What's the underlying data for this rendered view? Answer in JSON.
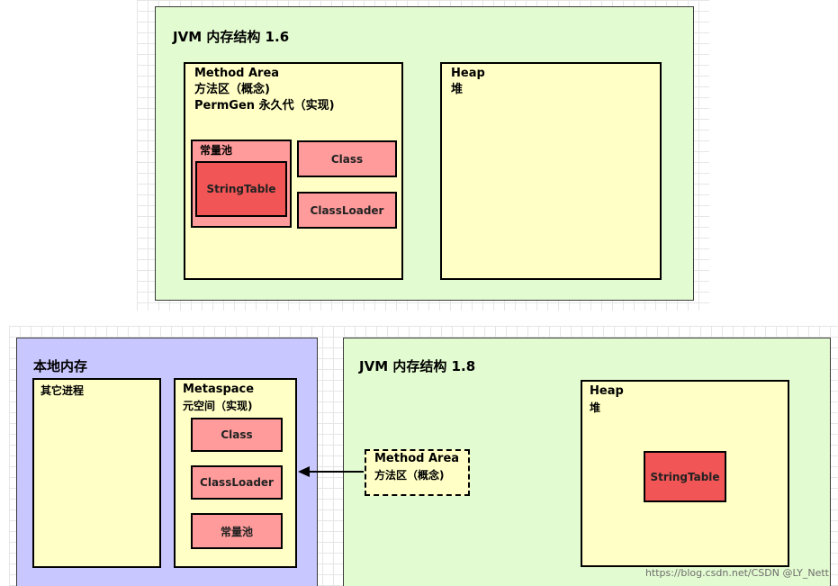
{
  "jvm16": {
    "title": "JVM 内存结构 1.6",
    "method_area": {
      "line1": "Method Area",
      "line2": "方法区（概念)",
      "line3": "PermGen 永久代（实现)"
    },
    "constant_pool": "常量池",
    "string_table": "StringTable",
    "class": "Class",
    "class_loader": "ClassLoader",
    "heap": {
      "line1": "Heap",
      "line2": "堆"
    }
  },
  "native": {
    "title": "本地内存",
    "other_process": "其它进程",
    "metaspace": {
      "line1": "Metaspace",
      "line2": "元空间（实现)"
    },
    "class": "Class",
    "class_loader": "ClassLoader",
    "constant_pool": "常量池"
  },
  "jvm18": {
    "title": "JVM 内存结构 1.8",
    "method_area": {
      "line1": "Method Area",
      "line2": "方法区（概念)"
    },
    "heap": {
      "line1": "Heap",
      "line2": "堆"
    },
    "string_table": "StringTable"
  },
  "watermark": "https://blog.csdn.net/CSDN @LY_Nett"
}
